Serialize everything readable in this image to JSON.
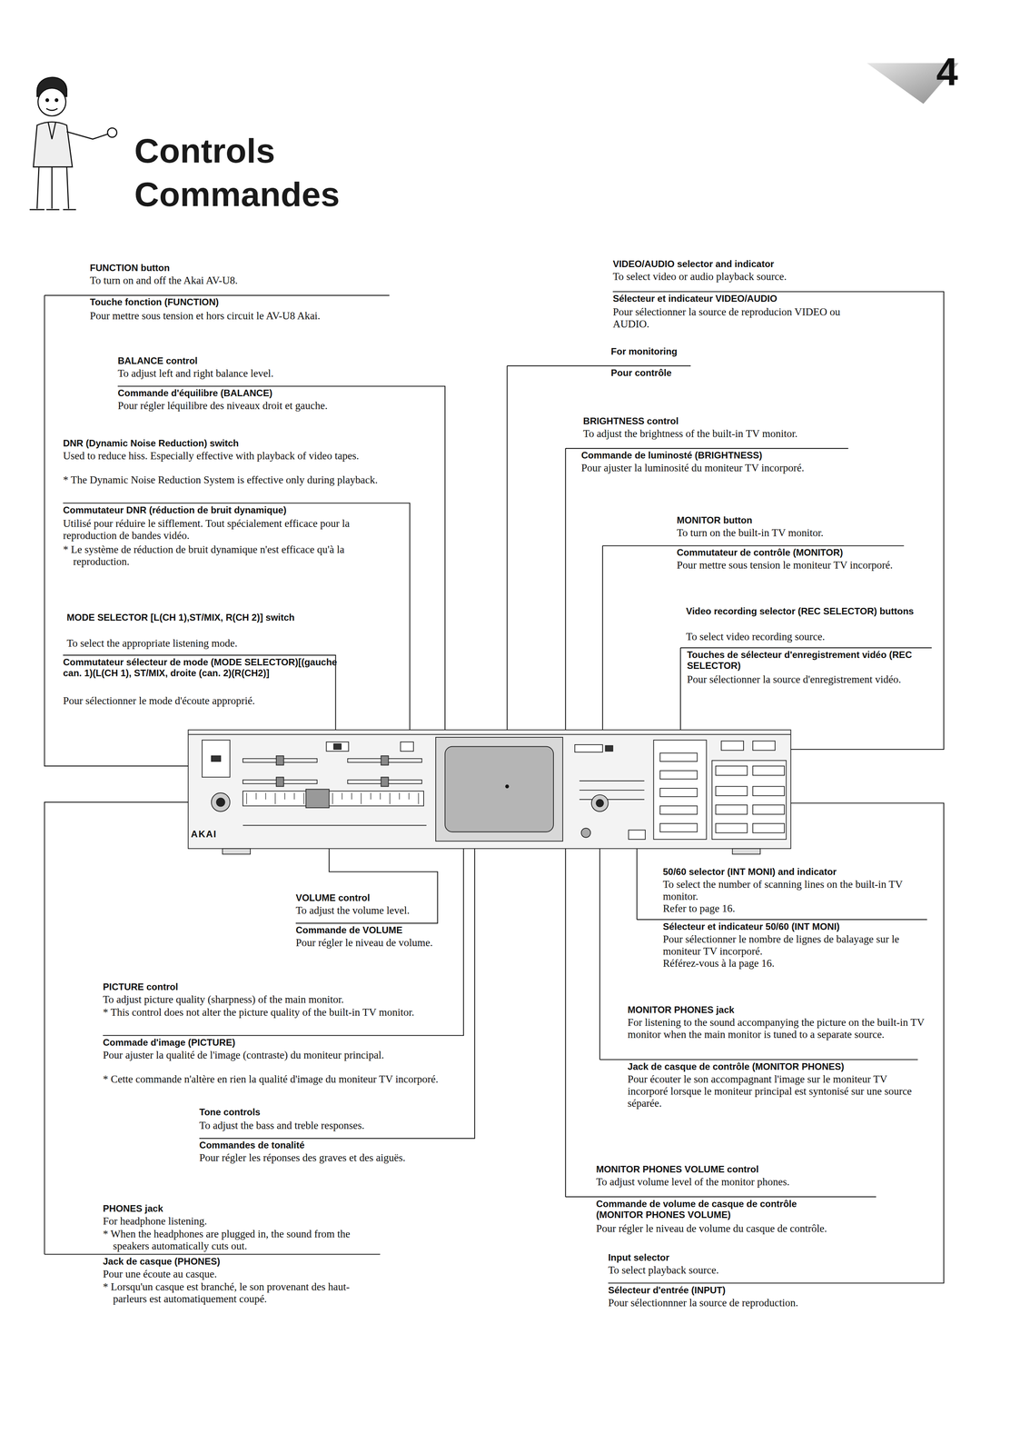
{
  "diagram": {
    "title": "Controls Commandes",
    "labels": [
      "4",
      "FUNCTION button",
      "To turn on and off the Akai AV-U8.",
      "Touche fonction (FUNCTION)",
      "Pour mettre sous tension et hors circuit le AV-U8 Akai.",
      "BALANCE control",
      "To adjust left and right balance level.",
      "Commande d'équilibre (BALANCE)",
      "Pour régler léquilibre des niveaux droit et gauche.",
      "DNR (Dynamic Noise Reduction) switch",
      "Used to reduce hiss. Especially effective with playback of video tapes.",
      "* The Dynamic Noise Reduction System is effective only during playback.",
      "Commutateur DNR (réduction de bruit dynamique)",
      "Utilisé pour réduire le sifflement. Tout spécialement efficace pour la reproduction de bandes vidéo.",
      "* Le système de réduction de bruit dynamique n'est efficace qu'à la reproduction.",
      "MODE SELECTOR [L(CH 1),ST/MIX, R(CH 2)] switch",
      "To select the appropriate listening mode.",
      "Commutateur sélecteur de mode (MODE SELECTOR)[(gauche can. 1)(L(CH 1), ST/MIX, droite (can. 2)(R(CH2)]",
      "Pour sélectionner le mode d'écoute approprié.",
      "VIDEO/AUDIO selector and indicator",
      "To select video or audio playback source.",
      "Sélecteur et indicateur VIDEO/AUDIO",
      "Pour sélectionner la source de reproducion VIDEO ou AUDIO.",
      "For monitoring",
      "Pour contrôle",
      "BRIGHTNESS control",
      "To adjust the brightness of the built-in TV monitor.",
      "Commande de luminosté (BRIGHTNESS)",
      "Pour ajuster la luminosité du moniteur TV incorporé.",
      "MONITOR button",
      "To turn on the built-in TV monitor.",
      "Commutateur de contrôle (MONITOR)",
      "Pour mettre sous tension le moniteur TV incorporé.",
      "Video recording selector (REC SELECTOR) buttons",
      "To select video recording source.",
      "Touches de sélecteur d'enregistrement vidéo (REC SELECTOR)",
      "Pour sélectionner la source d'enregistrement vidéo.",
      "VOLUME control",
      "To adjust the volume level.",
      "Commande de VOLUME",
      "Pour régler le niveau de volume.",
      "PICTURE control",
      "To adjust picture quality (sharpness) of the main monitor.",
      "* This control does not alter the picture quality of the built-in TV monitor.",
      "Commade d'image (PICTURE)",
      "Pour ajuster la qualité de l'image (contraste) du moniteur principal.",
      "* Cette commande n'altère en rien la qualité d'image du moniteur TV incorporé.",
      "Tone controls",
      "To adjust the bass and treble responses.",
      "Commandes de tonalité",
      "Pour régler les réponses des graves et des aiguës.",
      "PHONES jack",
      "For headphone listening.",
      "* When the headphones are plugged in, the sound from the speakers automatically cuts out.",
      "Jack de casque (PHONES)",
      "Pour une écoute au casque.",
      "* Lorsqu'un casque est branché, le son provenant des haut-parleurs est automatiquement coupé.",
      "50/60 selector (INT MONI) and indicator",
      "To select the number of scanning lines on the built-in TV monitor.",
      "Refer to page 16.",
      "Sélecteur et indicateur 50/60 (INT MONI)",
      "Pour sélectionner le nombre de lignes de balayage sur le moniteur TV incorporé.",
      "Référez-vous à la page 16.",
      "MONITOR PHONES jack",
      "For listening to the sound accompanying the picture on the built-in TV monitor when the main monitor is tuned to a separate source.",
      "Jack de casque de contrôle (MONITOR PHONES)",
      "Pour écouter le son accompagnant l'image sur le moniteur TV incorporé lorsque le moniteur principal est syntonisé sur une source séparée.",
      "MONITOR PHONES VOLUME control",
      "To adjust volume level of the monitor phones.",
      "Commande de volume de casque de contrôle (MONITOR PHONES VOLUME)",
      "Pour régler le niveau de volume du casque de contrôle.",
      "Input selector",
      "To select playback source.",
      "Sélecteur d'entrée (INPUT)",
      "Pour sélectionnner la source de reproduction.",
      "AKAI"
    ]
  }
}
